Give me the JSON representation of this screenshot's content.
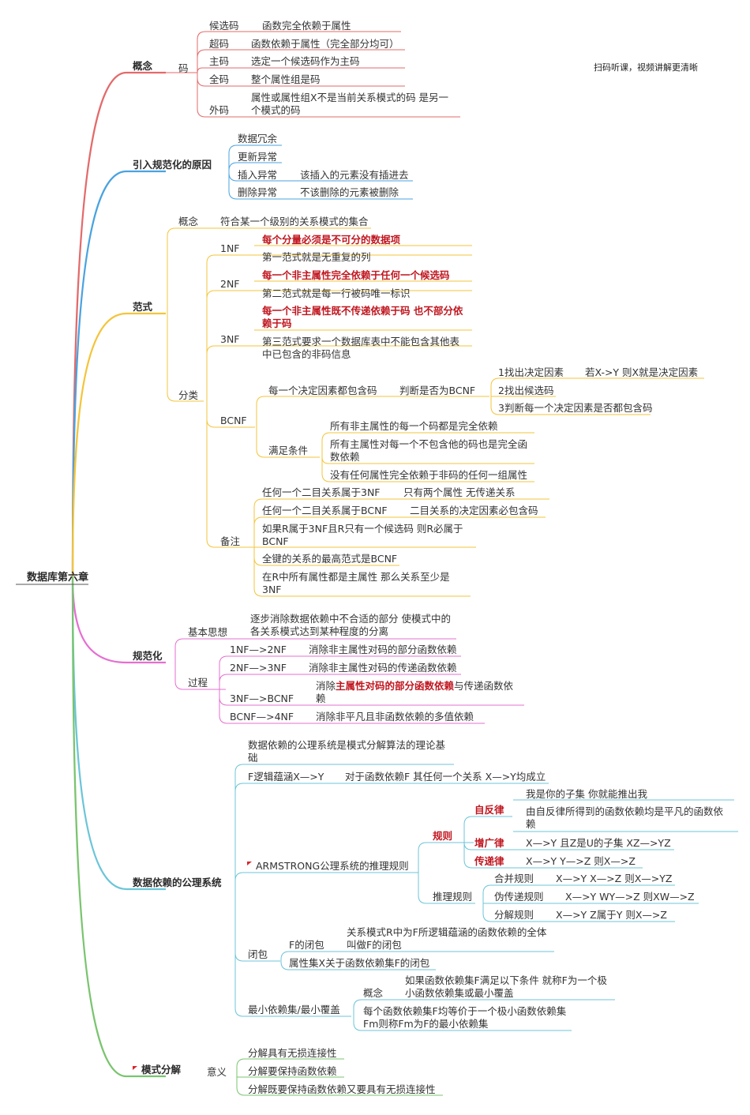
{
  "root": "数据库第六章",
  "note": "扫码听课，视频讲解更清晰",
  "colors": {
    "concept": "#e36a6a",
    "reason": "#4aa3df",
    "nf": "#f3c53b",
    "norm": "#e56fd1",
    "dep": "#6cc5d8",
    "decomp": "#7ac46f"
  },
  "concept": {
    "title": "概念",
    "code": "码",
    "items": [
      {
        "k": "候选码",
        "v": "函数完全依赖于属性"
      },
      {
        "k": "超码",
        "v": "函数依赖于属性（完全部分均可）"
      },
      {
        "k": "主码",
        "v": "选定一个候选码作为主码"
      },
      {
        "k": "全码",
        "v": "整个属性组是码"
      },
      {
        "k": "外码",
        "v": "属性或属性组X不是当前关系模式的码 是另一个模式的码"
      }
    ]
  },
  "reason": {
    "title": "引入规范化的原因",
    "items": [
      "数据冗余",
      "更新异常",
      "插入异常",
      "删除异常"
    ],
    "insert_note": "该插入的元素没有插进去",
    "delete_note": "不该删除的元素被删除"
  },
  "nf": {
    "title": "范式",
    "concept": "概念",
    "concept_v": "符合某一个级别的关系模式的集合",
    "cls": "分类",
    "nf1": "1NF",
    "nf1_a": "每个分量必须是不可分的数据项",
    "nf1_b": "第一范式就是无重复的列",
    "nf2": "2NF",
    "nf2_a": "每一个非主属性完全依赖于任何一个候选码",
    "nf2_b": "第二范式就是每一行被码唯一标识",
    "nf3": "3NF",
    "nf3_a": "每一个非主属性既不传递依赖于码 也不部分依赖于码",
    "nf3_b": "第三范式要求一个数据库表中不能包含其他表中已包含的非码信息",
    "bcnf": "BCNF",
    "bc_a": "每一个决定因素都包含码",
    "bc_judge": "判断是否为BCNF",
    "bc_s1": "1找出决定因素",
    "bc_s1n": "若X->Y 则X就是决定因素",
    "bc_s2": "2找出候选码",
    "bc_s3": "3判断每一个决定因素是否都包含码",
    "bc_cond": "满足条件",
    "bc_c1": "所有非主属性的每一个码都是完全依赖",
    "bc_c2": "所有主属性对每一个不包含他的码也是完全函数依赖",
    "bc_c3": "没有任何属性完全依赖于非码的任何一组属性",
    "remark": "备注",
    "r1": "任何一个二目关系属于3NF",
    "r1n": "只有两个属性 无传递关系",
    "r2": "任何一个二目关系属于BCNF",
    "r2n": "二目关系的决定因素必包含码",
    "r3": "如果R属于3NF且R只有一个候选码 则R必属于BCNF",
    "r4": "全键的关系的最高范式是BCNF",
    "r5": "在R中所有属性都是主属性 那么关系至少是3NF"
  },
  "norm": {
    "title": "规范化",
    "basic": "基本思想",
    "basic_v": "逐步消除数据依赖中不合适的部分 使模式中的各关系模式达到某种程度的分离",
    "proc": "过程",
    "p1": "1NF—>2NF",
    "p1v": "消除非主属性对码的部分函数依赖",
    "p2": "2NF—>3NF",
    "p2v": "消除非主属性对码的传递函数依赖",
    "p3": "3NF—>BCNF",
    "p3v_a": "消除",
    "p3v_b": "主属性对码的部分函数依赖",
    "p3v_c": "与传递函数依",
    "p3v_d": "赖",
    "p4": "BCNF—>4NF",
    "p4v": "消除非平凡且非函数依赖的多值依赖"
  },
  "dep": {
    "title": "数据依赖的公理系统",
    "intro": "数据依赖的公理系统是模式分解算法的理论基础",
    "imply": "F逻辑蕴涵X—>Y",
    "imply_v": "对于函数依赖F 其任何一个关系 X—>Y均成立",
    "arm": "ARMSTRONG公理系统的推理规则",
    "rule": "规则",
    "refl": "自反律",
    "refl_a": "我是你的子集 你就能推出我",
    "refl_b": "由自反律所得到的函数依赖均是平凡的函数依赖",
    "aug": "增广律",
    "aug_v": "X—>Y 且Z是U的子集 XZ—>YZ",
    "trans": "传递律",
    "trans_v": "X—>Y Y—>Z 则X—>Z",
    "infer": "推理规则",
    "merge": "合并规则",
    "merge_v": "X—>Y X—>Z 则X—>YZ",
    "pseudo": "伪传递规则",
    "pseudo_v": "X—>Y WY—>Z 则XW—>Z",
    "split": "分解规则",
    "split_v": "X—>Y Z属于Y 则X—>Z",
    "closure": "闭包",
    "c1": "F的闭包",
    "c1v": "关系模式R中为F所逻辑蕴涵的函数依赖的全体叫做F的闭包",
    "c2": "属性集X关于函数依赖集F的闭包",
    "min": "最小依赖集/最小覆盖",
    "min_concept": "概念",
    "min_a": "如果函数依赖集F满足以下条件 就称F为一个极小函数依赖集或最小覆盖",
    "min_b": "每个函数依赖集F均等价于一个极小函数依赖集Fm则称Fm为F的最小依赖集"
  },
  "decomp": {
    "title": "模式分解",
    "mean": "意义",
    "m1": "分解具有无损连接性",
    "m2": "分解要保持函数依赖",
    "m3": "分解既要保持函数依赖又要具有无损连接性"
  }
}
